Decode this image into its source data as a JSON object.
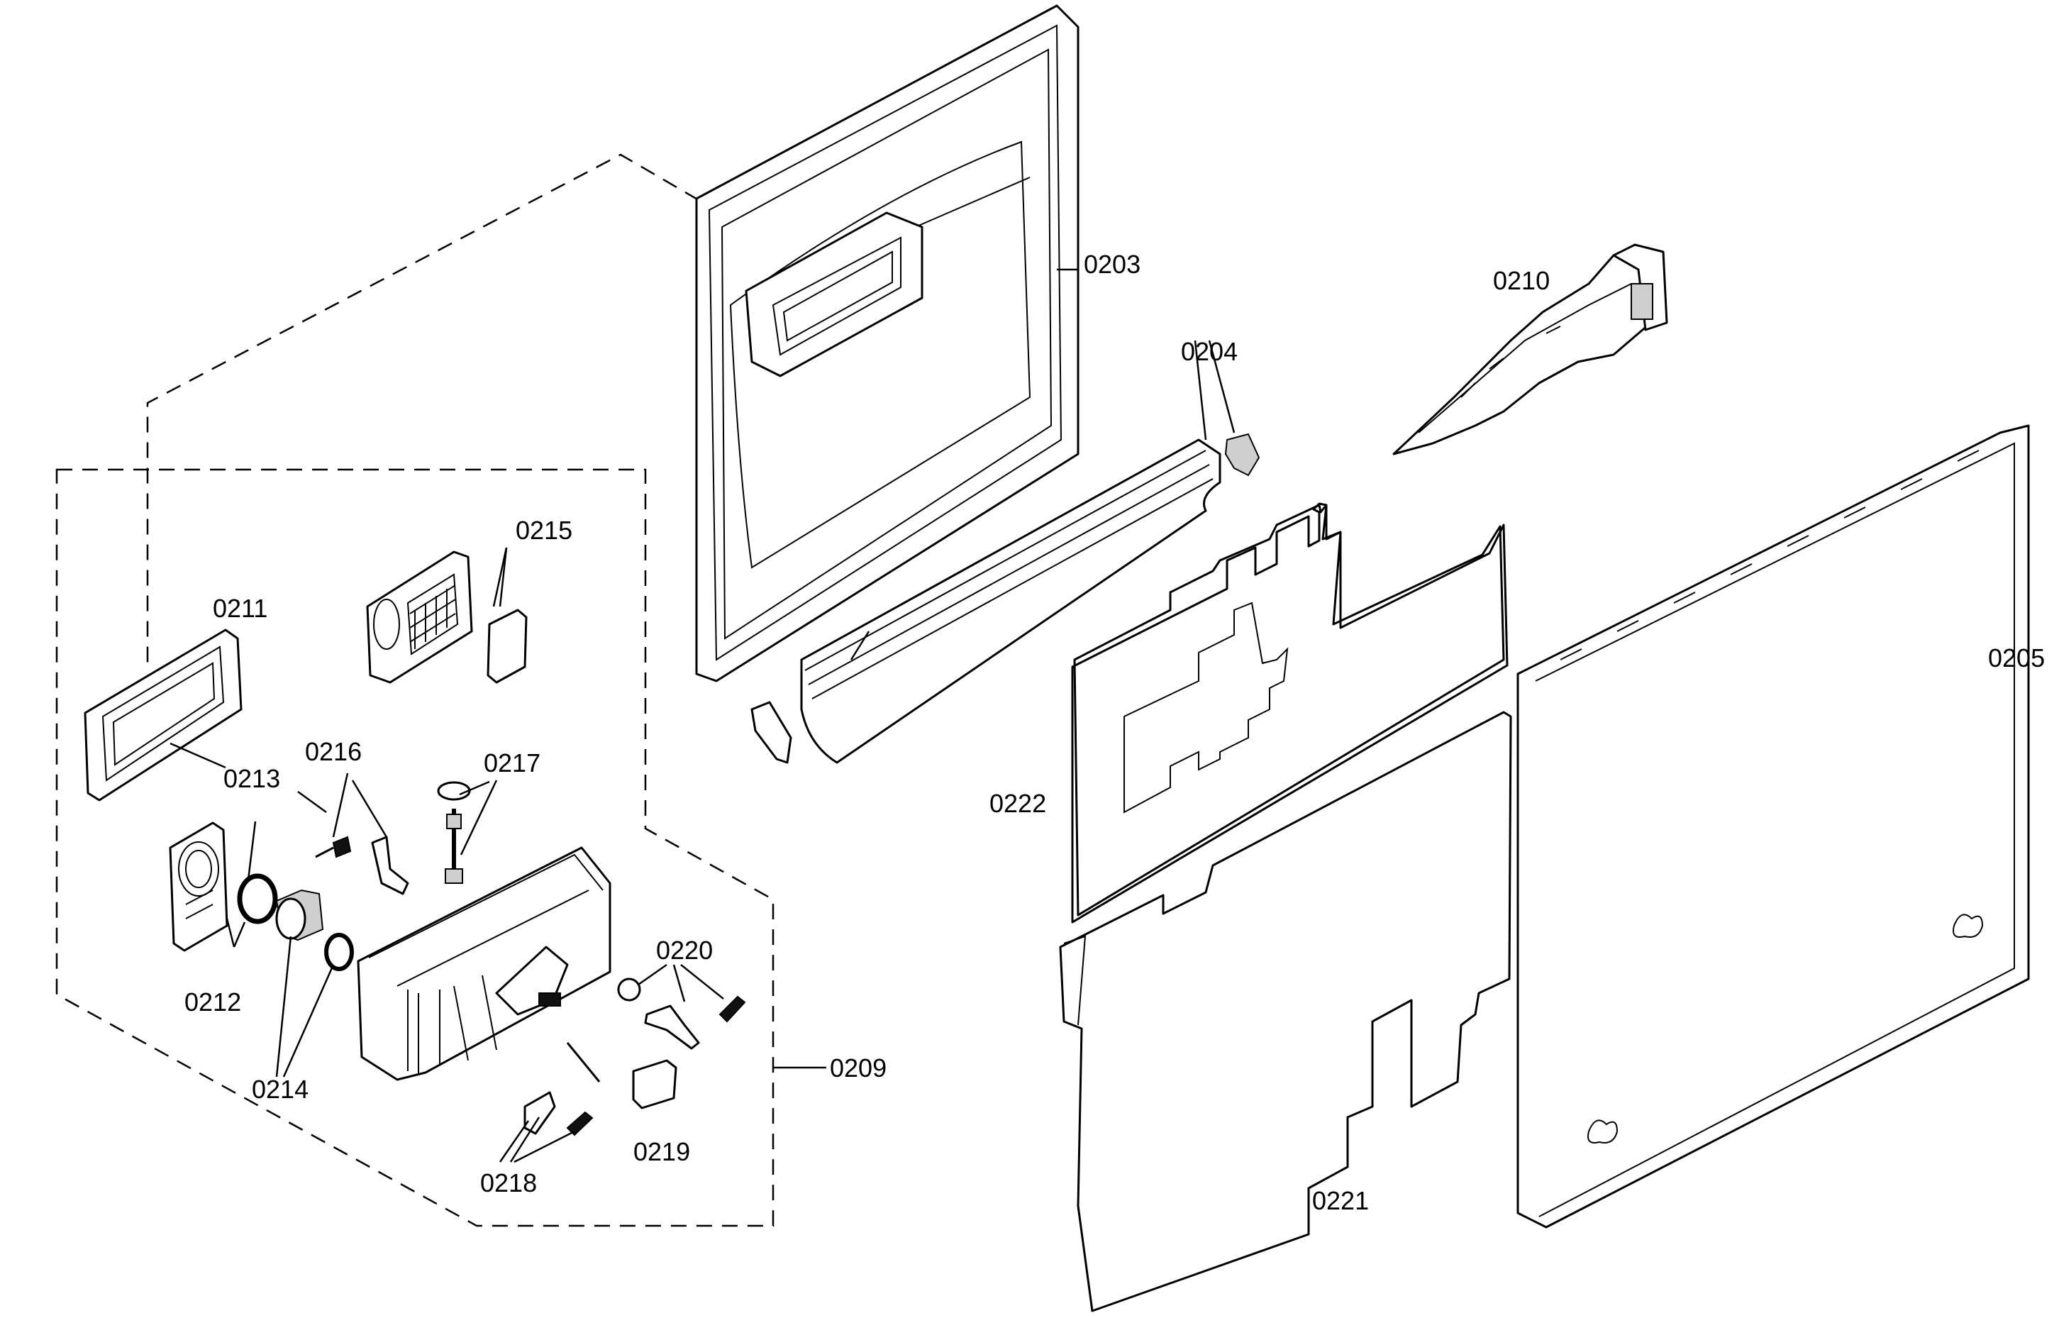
{
  "labels": {
    "p0203": "0203",
    "p0204": "0204",
    "p0205": "0205",
    "p0209": "0209",
    "p0210": "0210",
    "p0211": "0211",
    "p0212": "0212",
    "p0213": "0213",
    "p0214": "0214",
    "p0215": "0215",
    "p0216": "0216",
    "p0217": "0217",
    "p0218": "0218",
    "p0219": "0219",
    "p0220": "0220",
    "p0221": "0221",
    "p0222": "0222"
  }
}
